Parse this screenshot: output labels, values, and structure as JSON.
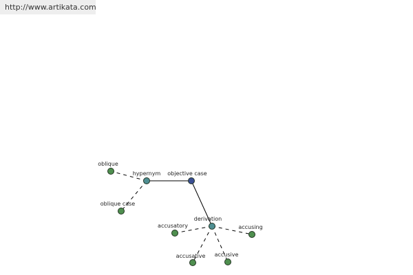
{
  "banner": {
    "url": "http://www.artikata.com"
  },
  "graph": {
    "center": "objective case",
    "nodes": [
      {
        "id": "objective-case",
        "label": "objective case",
        "kind": "center"
      },
      {
        "id": "hypernym",
        "label": "hypernym",
        "kind": "relation"
      },
      {
        "id": "derivation",
        "label": "derivation",
        "kind": "relation"
      },
      {
        "id": "oblique",
        "label": "oblique",
        "kind": "term"
      },
      {
        "id": "oblique-case",
        "label": "oblique case",
        "kind": "term"
      },
      {
        "id": "accusatory",
        "label": "accusatory",
        "kind": "term"
      },
      {
        "id": "accusing",
        "label": "accusing",
        "kind": "term"
      },
      {
        "id": "accusative",
        "label": "accusative",
        "kind": "term"
      },
      {
        "id": "accusive",
        "label": "accusive",
        "kind": "term"
      }
    ],
    "edges": [
      {
        "from": "objective-case",
        "to": "hypernym",
        "style": "solid"
      },
      {
        "from": "objective-case",
        "to": "derivation",
        "style": "solid"
      },
      {
        "from": "hypernym",
        "to": "oblique",
        "style": "dashed"
      },
      {
        "from": "hypernym",
        "to": "oblique-case",
        "style": "dashed"
      },
      {
        "from": "derivation",
        "to": "accusatory",
        "style": "dashed"
      },
      {
        "from": "derivation",
        "to": "accusing",
        "style": "dashed"
      },
      {
        "from": "derivation",
        "to": "accusative",
        "style": "dashed"
      },
      {
        "from": "derivation",
        "to": "accusive",
        "style": "dashed"
      }
    ],
    "colors": {
      "center": "#3a4f94",
      "relation": "#4f8f93",
      "term": "#4f8f4f",
      "stroke": "#223322",
      "edge": "#000000"
    }
  }
}
